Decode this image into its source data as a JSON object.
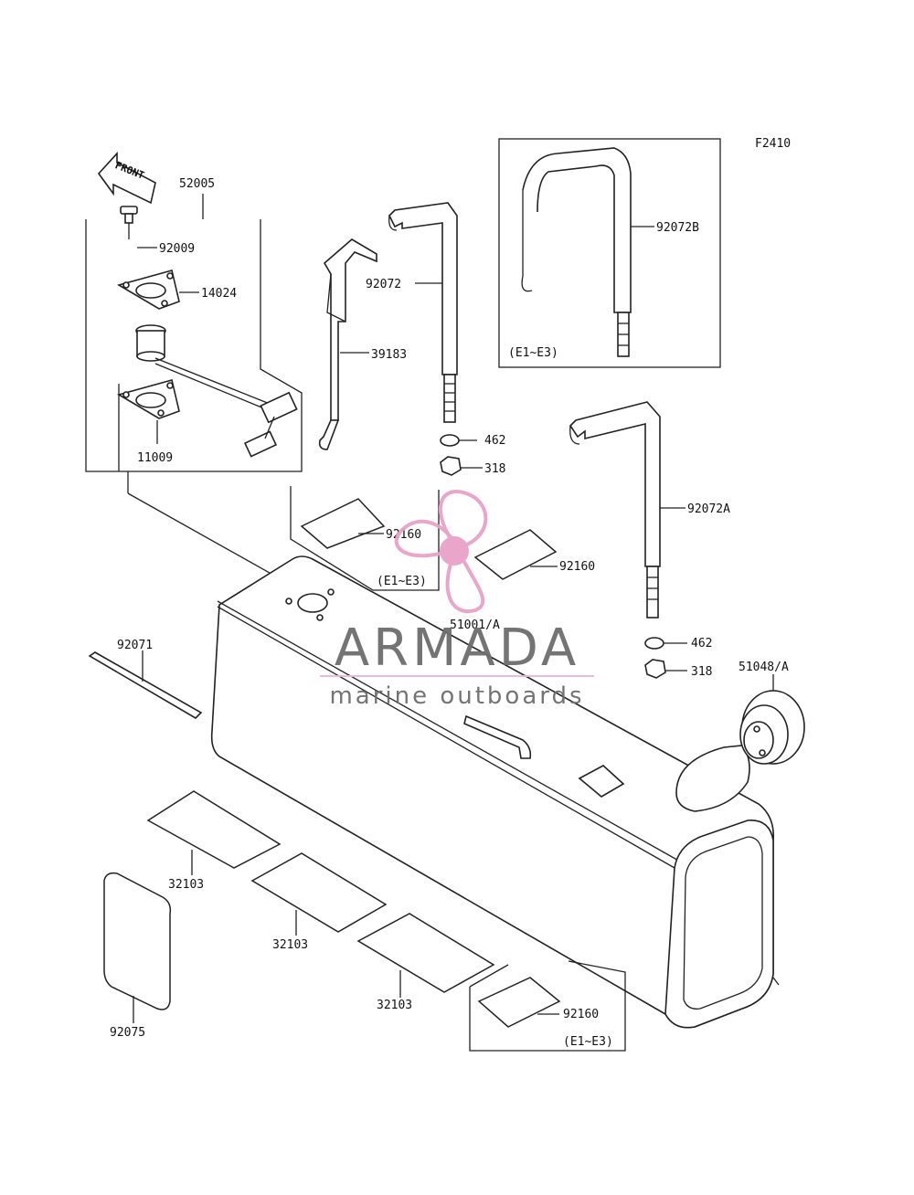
{
  "diagram": {
    "figure_id": "F2410",
    "front_label": "FRONT",
    "parts": [
      {
        "id": "p52005",
        "number": "52005"
      },
      {
        "id": "p92009",
        "number": "92009"
      },
      {
        "id": "p14024",
        "number": "14024"
      },
      {
        "id": "p11009",
        "number": "11009"
      },
      {
        "id": "p39183",
        "number": "39183"
      },
      {
        "id": "p92072",
        "number": "92072"
      },
      {
        "id": "p92072B",
        "number": "92072B"
      },
      {
        "id": "p462a",
        "number": "462"
      },
      {
        "id": "p318a",
        "number": "318"
      },
      {
        "id": "p92072A",
        "number": "92072A"
      },
      {
        "id": "p92160a",
        "number": "92160"
      },
      {
        "id": "p92160b",
        "number": "92160"
      },
      {
        "id": "p92160c",
        "number": "92160"
      },
      {
        "id": "p51001A",
        "number": "51001/A"
      },
      {
        "id": "p462b",
        "number": "462"
      },
      {
        "id": "p318b",
        "number": "318"
      },
      {
        "id": "p51048A",
        "number": "51048/A"
      },
      {
        "id": "p92071",
        "number": "92071"
      },
      {
        "id": "p32103a",
        "number": "32103"
      },
      {
        "id": "p32103b",
        "number": "32103"
      },
      {
        "id": "p32103c",
        "number": "32103"
      },
      {
        "id": "p92075",
        "number": "92075"
      }
    ],
    "variant_notes": [
      {
        "id": "n1",
        "text": "(E1~E3)"
      },
      {
        "id": "n2",
        "text": "(E1~E3)"
      },
      {
        "id": "n3",
        "text": "(E1~E3)"
      }
    ]
  },
  "watermark": {
    "brand": "ARMADA",
    "tagline": "marine outboards",
    "logo_color": "#e8a2c8",
    "text_color": "#6d6d6d",
    "line_color": "#f0b8d4"
  }
}
